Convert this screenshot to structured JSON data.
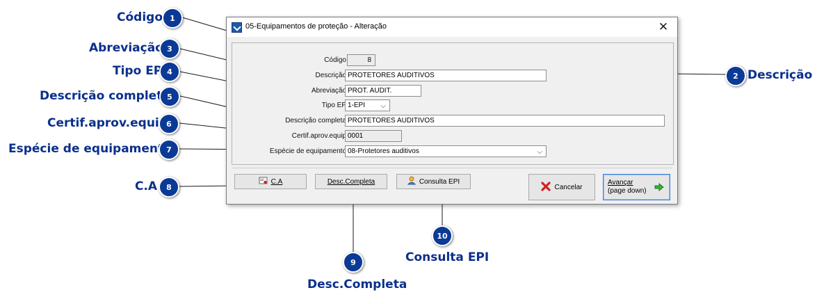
{
  "window": {
    "title": "05-Equipamentos de proteção - Alteração",
    "close_glyph": "✕"
  },
  "form": {
    "codigo": {
      "label": "Código",
      "value": "8"
    },
    "descricao": {
      "label": "Descrição",
      "value": "PROTETORES AUDITIVOS"
    },
    "abreviacao": {
      "label": "Abreviação",
      "value": "PROT. AUDIT."
    },
    "tipo_ep": {
      "label": "Tipo EP",
      "value": "1-EPI"
    },
    "descricao_completa": {
      "label": "Descrição completa",
      "value": "PROTETORES AUDITIVOS"
    },
    "certif": {
      "label": "Certif.aprov.equip",
      "value": "0001"
    },
    "especie": {
      "label": "Espécie de equipamento",
      "value": "08-Protetores auditivos"
    },
    "dropdown_glyph": "⌵"
  },
  "buttons": {
    "ca": {
      "label": "C.A",
      "icon": "certificate-icon"
    },
    "desc_completa": {
      "label": "Desc.Completa"
    },
    "consulta_epi": {
      "label": "Consulta EPI",
      "icon": "user-icon"
    },
    "cancelar": {
      "label": "Cancelar",
      "icon": "red-x-icon"
    },
    "avancar": {
      "label_line1": "Avançar",
      "label_line2": "(page down)",
      "icon": "green-arrow-icon"
    }
  },
  "callouts": [
    {
      "num": "1",
      "text": "Código"
    },
    {
      "num": "2",
      "text": "Descrição"
    },
    {
      "num": "3",
      "text": "Abreviação"
    },
    {
      "num": "4",
      "text": "Tipo EP"
    },
    {
      "num": "5",
      "text": "Descrição completa"
    },
    {
      "num": "6",
      "text": "Certif.aprov.equip"
    },
    {
      "num": "7",
      "text": "Espécie de equipamento"
    },
    {
      "num": "8",
      "text": "C.A"
    },
    {
      "num": "9",
      "text": "Desc.Completa"
    },
    {
      "num": "10",
      "text": "Consulta EPI"
    }
  ],
  "colors": {
    "callout_text": "#0a2f8c",
    "badge": "#0b3a96",
    "window_bg": "#f0f0f0"
  }
}
